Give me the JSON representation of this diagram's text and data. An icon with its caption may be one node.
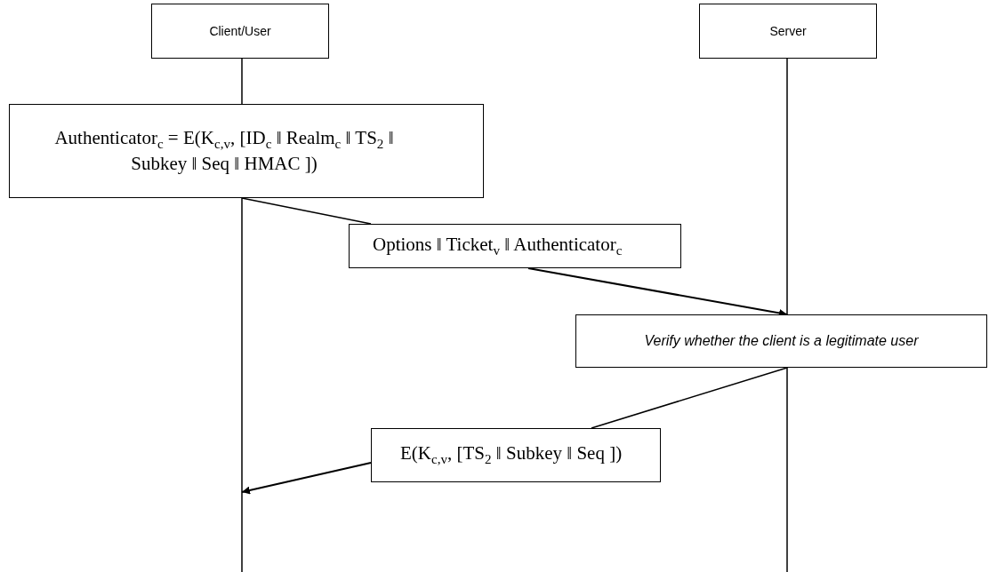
{
  "diagram": {
    "nodes": [
      {
        "text": [
          "Client/User"
        ]
      },
      {
        "text": [
          "Server"
        ]
      },
      {
        "text": [
          "Authenticator$_{c}$ = E(K$_{c,v}$, [ID$_{c}$ ‖ Realm$_{c}$ ‖ TS$_{2}$ ‖ Subkey ‖ Seq ‖ HMAC ])"
        ]
      },
      {
        "text": [
          "Options ‖ Ticket$_{v}$ ‖ Authenticator$_{c}$"
        ]
      },
      {
        "text": [
          "Verify whether the client is a legitimate user"
        ]
      },
      {
        "text": [
          "E(K$_{c,v}$, [TS$_{2}$ ‖ Subkey ‖ Seq ])"
        ]
      }
    ],
    "edges": [
      {
        "from": 2,
        "to": 3,
        "arrow": "none"
      },
      {
        "from": 3,
        "to": 4,
        "arrow": "to"
      },
      {
        "from": 4,
        "to": 5,
        "arrow": "none"
      },
      {
        "from": 5,
        "to": null,
        "arrow": "to"
      }
    ]
  }
}
